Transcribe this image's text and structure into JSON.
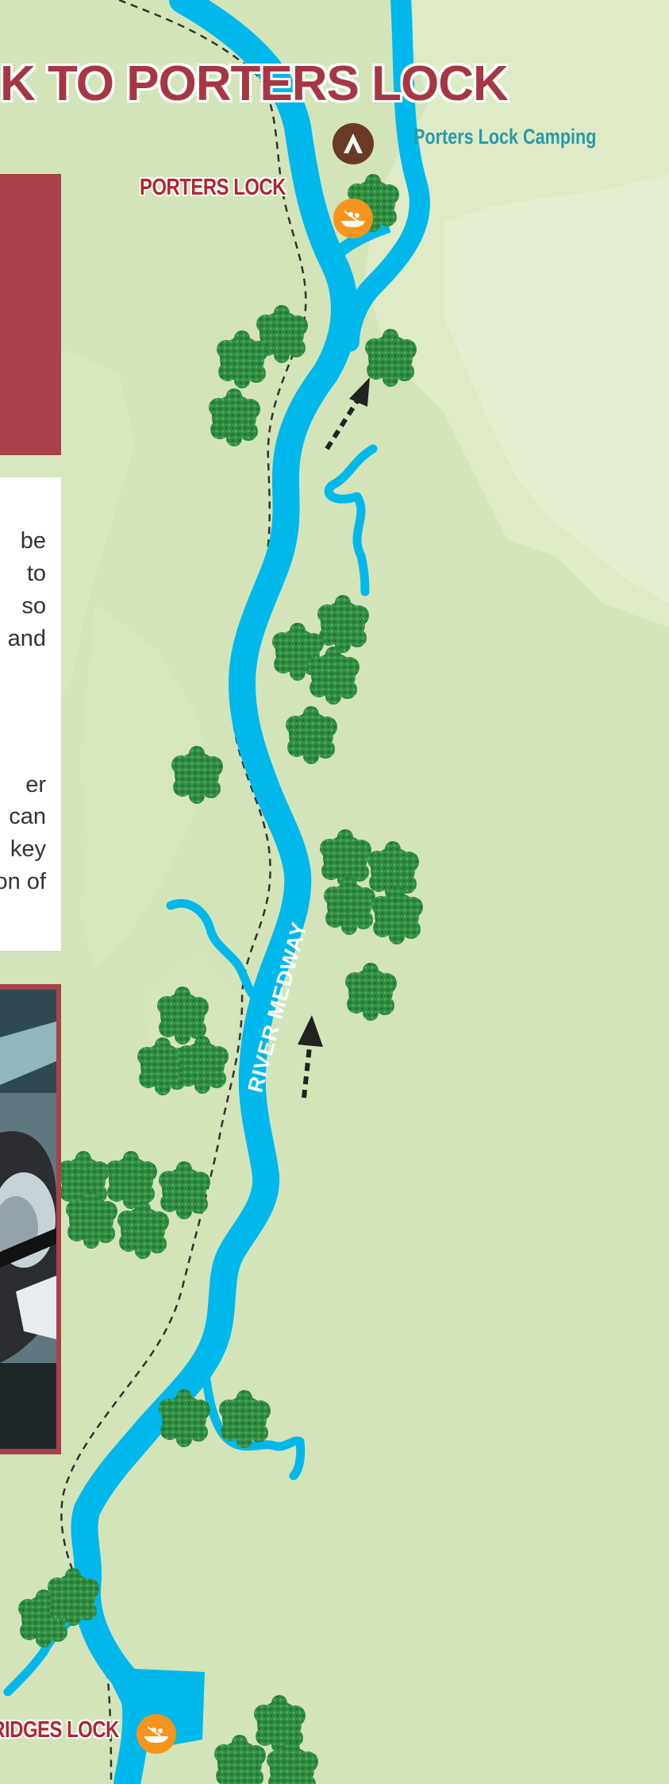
{
  "title": "K TO PORTERS LOCK",
  "places": {
    "porters_lock": "PORTERS LOCK",
    "bridges_lock": "RIDGES LOCK",
    "camping": "Porters Lock Camping"
  },
  "river": {
    "name": "RIVER MEDWAY"
  },
  "side_text": {
    "lines_1": [
      "be",
      "to",
      "so",
      "g and"
    ],
    "lines_2": [
      "er",
      "can",
      "key",
      "ion of"
    ]
  },
  "icons": {
    "camping": "tent-icon",
    "canoe_porters": "canoe-icon",
    "canoe_bridges": "canoe-icon",
    "flow_arrows": "arrow-up-icon",
    "trees": "tree-icon"
  },
  "colors": {
    "land": "#d3e4b9",
    "land_highlight": "#e2eecb",
    "river": "#00b8ec",
    "title": "#a53744",
    "place_label": "#b0262f",
    "camping_label": "#2a9aa6",
    "camping_icon": "#6b3a24",
    "canoe_icon": "#f7941d",
    "tree": "#2e8b3f",
    "path": "#333333"
  }
}
